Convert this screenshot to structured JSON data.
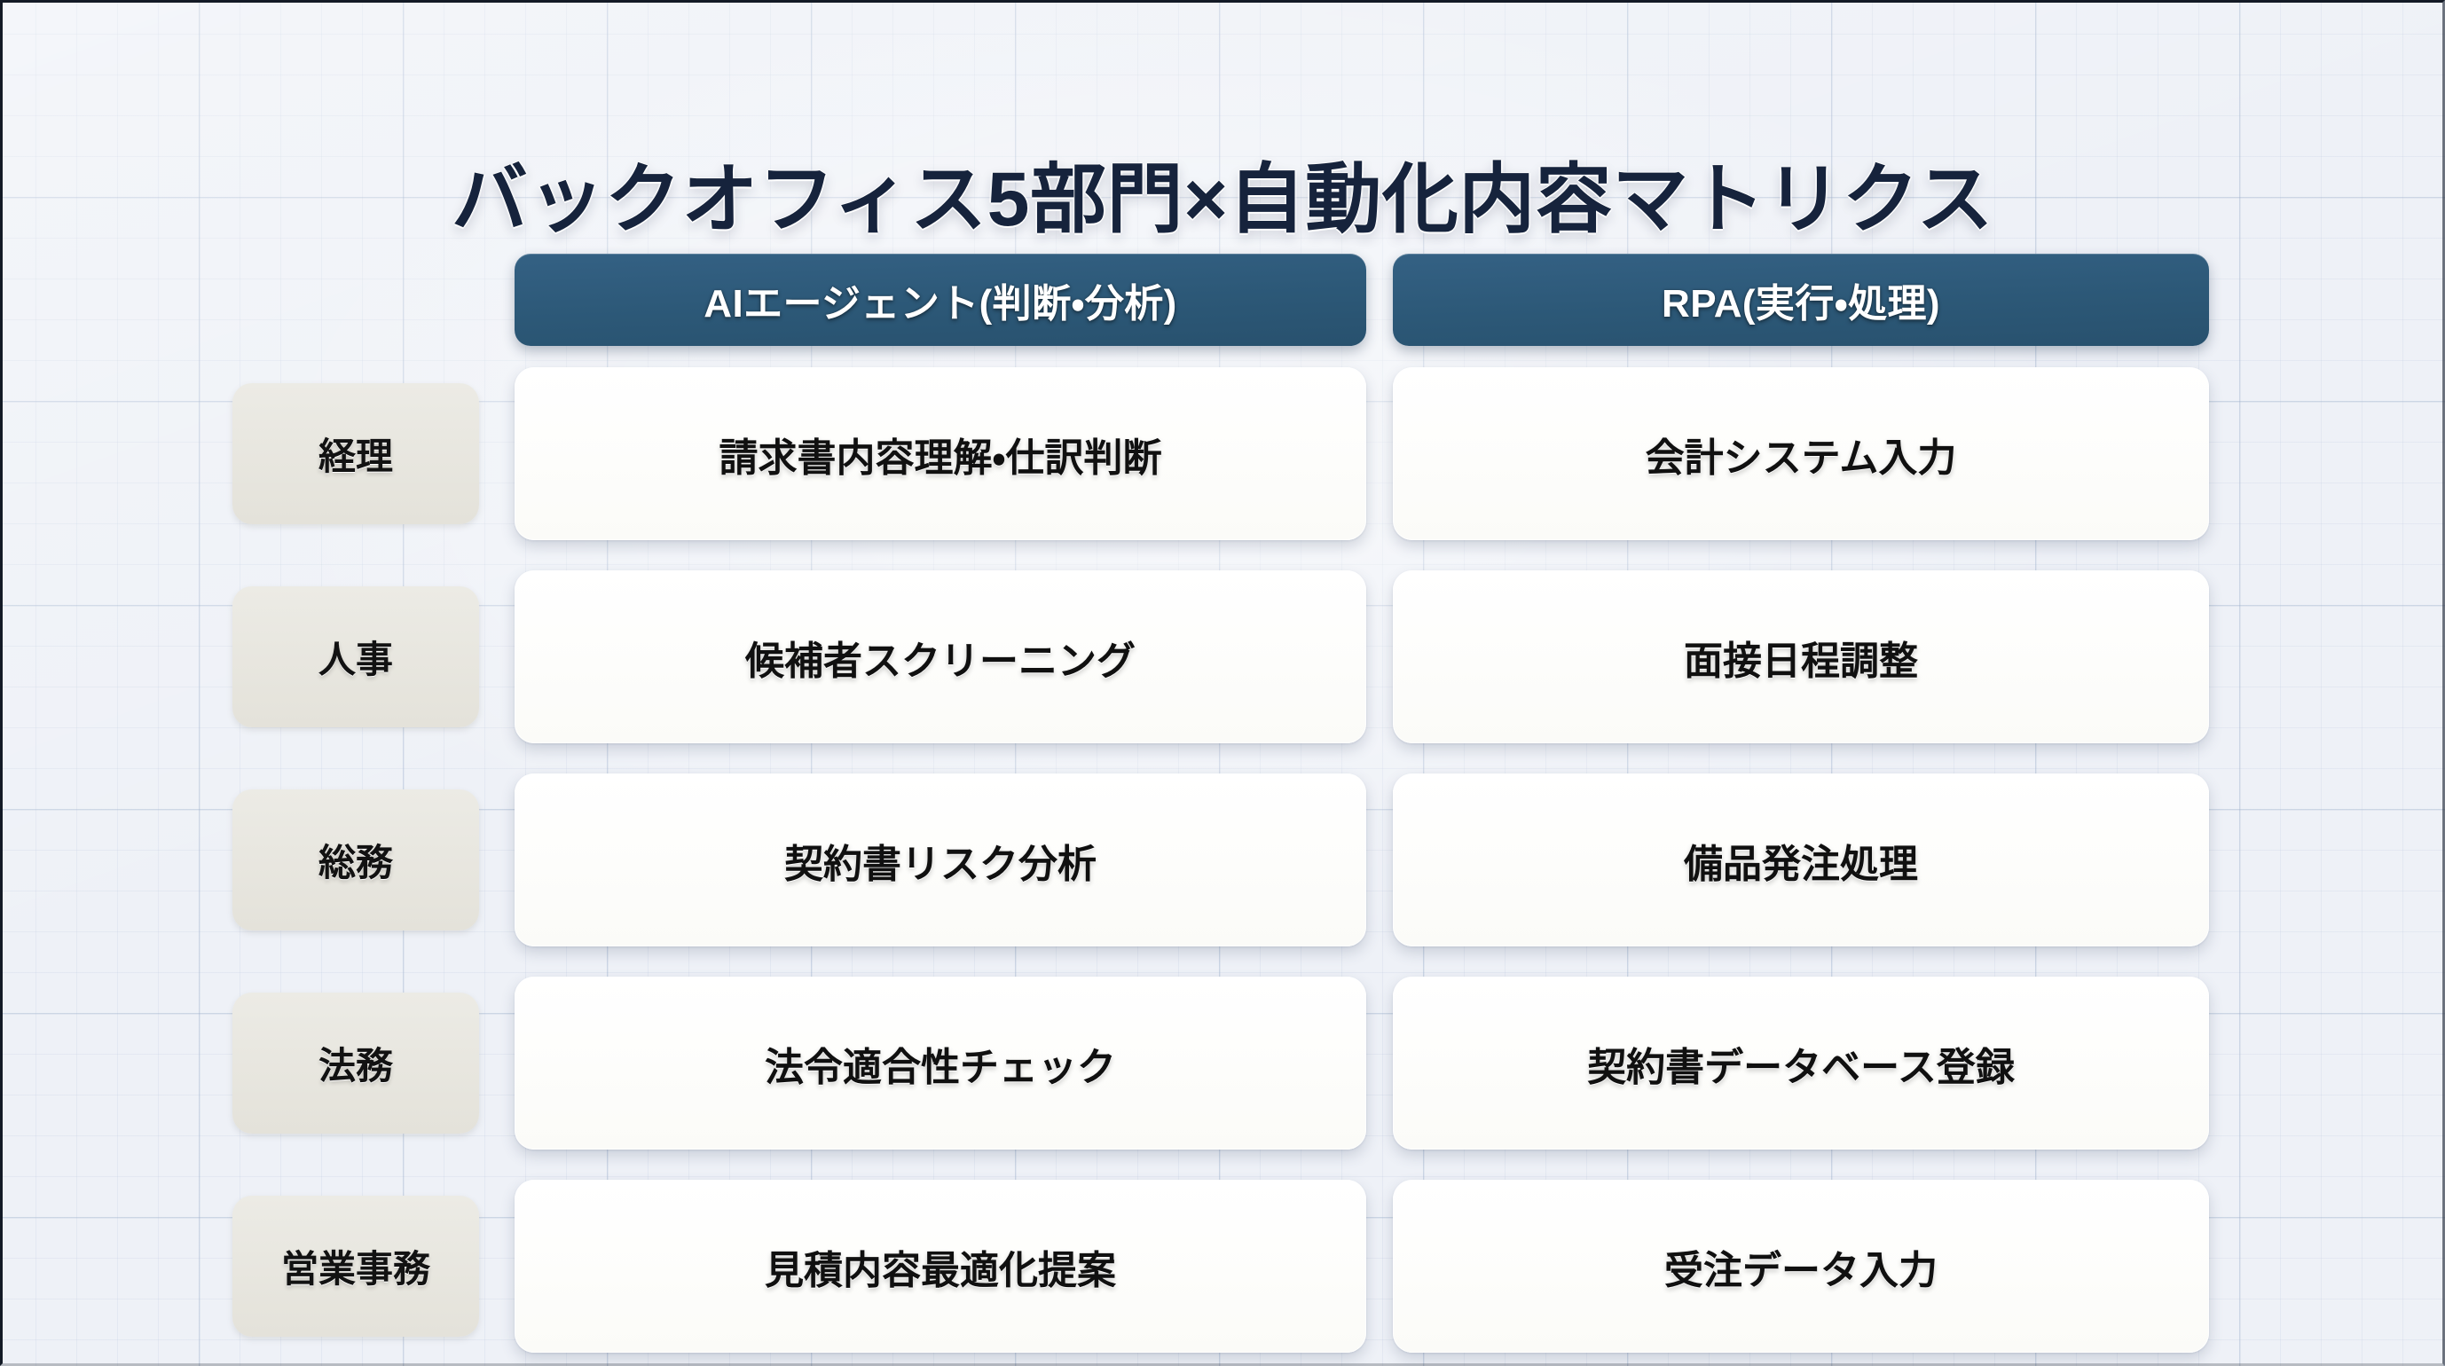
{
  "slide": {
    "title": "バックオフィス5部門×自動化内容マトリクス",
    "background_color": "#eef1f7",
    "grid_line_color": "#96aac8",
    "title_color": "#16233c"
  },
  "matrix": {
    "column_headers": [
      {
        "label": "AIエージェント(判断・分析)",
        "color": "#2c5877"
      },
      {
        "label": "RPA(実行・処理)",
        "color": "#2c5877"
      }
    ],
    "row_label_color": "#e6e3dd",
    "cell_color": "#fdfdfb",
    "rows": [
      {
        "department": "経理",
        "ai_agent": "請求書内容理解・仕訳判断",
        "rpa": "会計システム入力"
      },
      {
        "department": "人事",
        "ai_agent": "候補者スクリーニング",
        "rpa": "面接日程調整"
      },
      {
        "department": "総務",
        "ai_agent": "契約書リスク分析",
        "rpa": "備品発注処理"
      },
      {
        "department": "法務",
        "ai_agent": "法令適合性チェック",
        "rpa": "契約書データベース登録"
      },
      {
        "department": "営業事務",
        "ai_agent": "見積内容最適化提案",
        "rpa": "受注データ入力"
      }
    ]
  }
}
